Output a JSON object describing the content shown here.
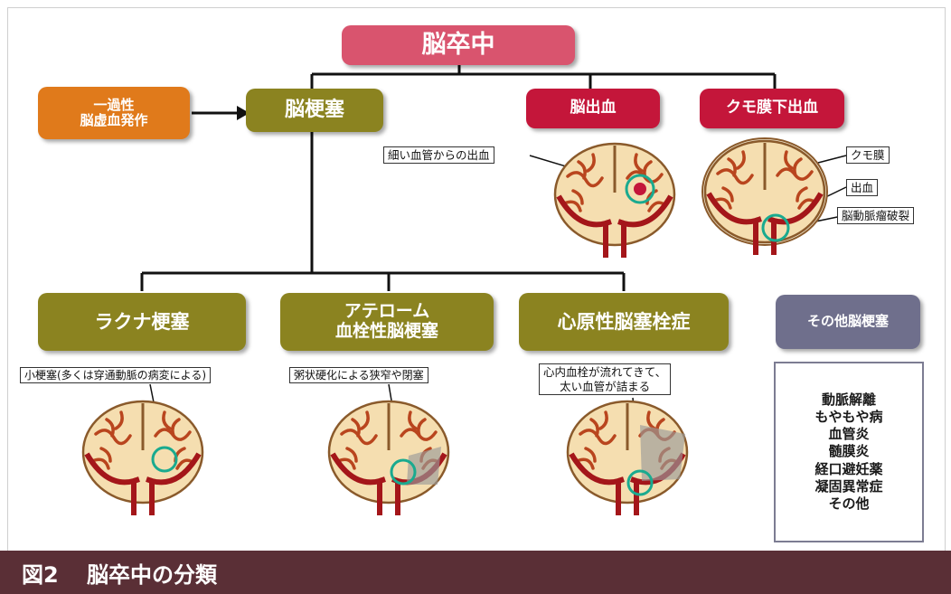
{
  "title": "脳卒中",
  "tia": [
    "一過性",
    "脳虚血発作"
  ],
  "infarction": "脳梗塞",
  "hemorrhage": "脳出血",
  "sah": "クモ膜下出血",
  "callouts": {
    "small_vessel_bleed": "細い血管からの出血",
    "arachnoid": "クモ膜",
    "bleeding": "出血",
    "aneurysm_rupture": "脳動脈瘤破裂",
    "lacunar_note": "小梗塞(多くは穿通動脈の病変による)",
    "athero_note": "粥状硬化による狭窄や閉塞",
    "cardio_note_1": "心内血栓が流れてきて、",
    "cardio_note_2": "太い血管が詰まる"
  },
  "subtypes": {
    "lacunar": "ラクナ梗塞",
    "athero_1": "アテローム",
    "athero_2": "血栓性脳梗塞",
    "cardio": "心原性脳塞栓症",
    "other": "その他脳梗塞"
  },
  "other_causes": [
    "動脈解離",
    "もやもや病",
    "血管炎",
    "髄膜炎",
    "経口避妊薬",
    "凝固異常症",
    "その他"
  ],
  "caption": {
    "number": "図2",
    "text": "脳卒中の分類"
  },
  "colors": {
    "title": "#d9546e",
    "tia": "#e07a1b",
    "infarction": "#8b8320",
    "hemorrhage": "#c4163a",
    "other": "#6f6f8c",
    "footer": "#5a2f36",
    "highlight": "#1aaa8f"
  }
}
